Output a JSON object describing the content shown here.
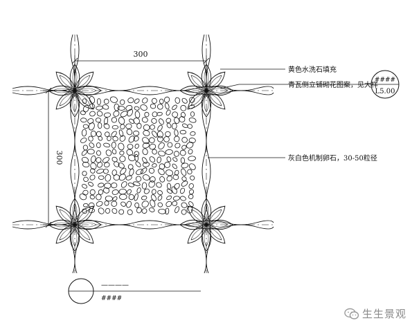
{
  "dimensions": {
    "horizontal": "300",
    "vertical": "300"
  },
  "callouts": {
    "top_fill": "黄色水洗石填充",
    "tile_edge": "青瓦侧立铺砌花图案，见大样",
    "pebble_fill": "灰白色机制卵石，30-50粒径"
  },
  "detail_reference": {
    "number": "####",
    "sheet": "L5.00"
  },
  "title_block": {
    "dashes": "————",
    "number": "####"
  },
  "watermark": {
    "text": "生生景观",
    "icon": "wechat-icon"
  }
}
